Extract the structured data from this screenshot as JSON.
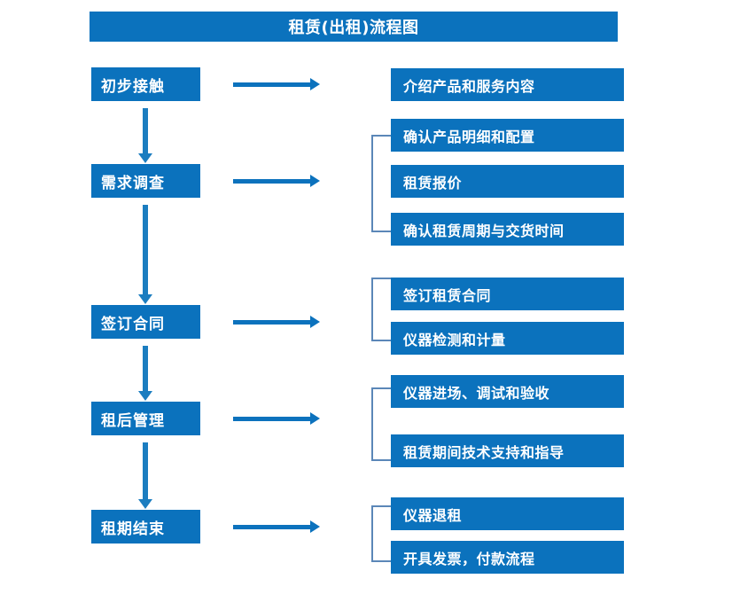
{
  "diagram": {
    "title": "租赁(出租)流程图",
    "theme": {
      "box_fill": "#0b72bd",
      "box_text": "#ffffff",
      "arrow": "#0c72bd",
      "bracket": "#5b87b8",
      "background": "#ffffff"
    },
    "stages": [
      {
        "id": "stage-1",
        "label": "初步接触"
      },
      {
        "id": "stage-2",
        "label": "需求调查"
      },
      {
        "id": "stage-3",
        "label": "签订合同"
      },
      {
        "id": "stage-4",
        "label": "租后管理"
      },
      {
        "id": "stage-5",
        "label": "租期结束"
      }
    ],
    "details": [
      {
        "id": "detail-1",
        "label": "介绍产品和服务内容"
      },
      {
        "id": "detail-2",
        "label": "确认产品明细和配置"
      },
      {
        "id": "detail-3",
        "label": "租赁报价"
      },
      {
        "id": "detail-4",
        "label": "确认租赁周期与交货时间"
      },
      {
        "id": "detail-5",
        "label": "签订租赁合同"
      },
      {
        "id": "detail-6",
        "label": "仪器检测和计量"
      },
      {
        "id": "detail-7",
        "label": "仪器进场、调试和验收"
      },
      {
        "id": "detail-8",
        "label": "租赁期间技术支持和指导"
      },
      {
        "id": "detail-9",
        "label": "仪器退租"
      },
      {
        "id": "detail-10",
        "label": "开具发票，付款流程"
      }
    ]
  }
}
